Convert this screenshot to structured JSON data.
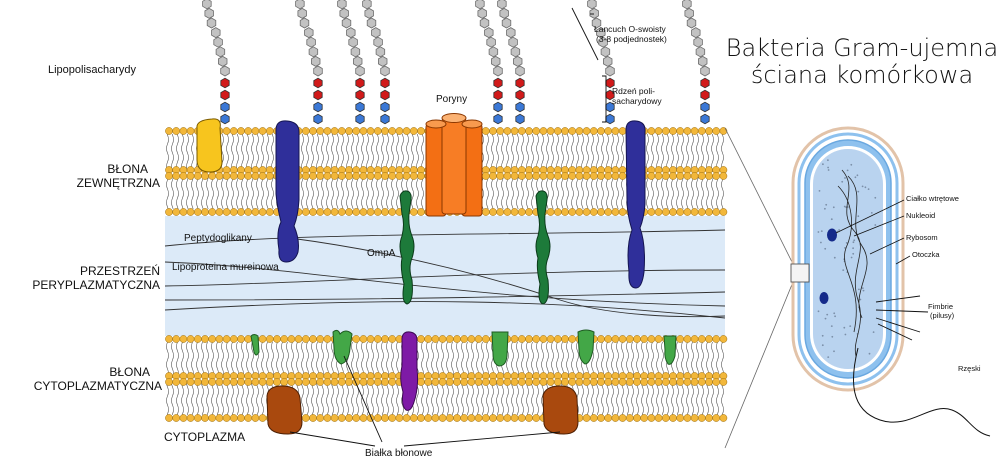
{
  "title": {
    "line1": "Bakteria Gram-ujemna",
    "line2": "ściana komórkowa"
  },
  "labels": {
    "lipopolysaccharides": "Lipopolisacharydy",
    "outer_membrane_1": "BŁONA",
    "outer_membrane_2": "ZEWNĘTRZNA",
    "periplasm_1": "PRZESTRZEŃ",
    "periplasm_2": "PERYPLAZMATYCZNA",
    "cytoplasmic_membrane_1": "BŁONA",
    "cytoplasmic_membrane_2": "CYTOPLAZMATYCZNA",
    "cytoplasm": "CYTOPLAZMA",
    "porins": "Poryny",
    "peptidoglycans": "Peptydoglikany",
    "murein_lipoprotein": "Lipoproteina mureinowa",
    "ompa": "OmpA",
    "membrane_proteins": "Białka błonowe",
    "o_chain_1": "Łancuch O-swoisty",
    "o_chain_2": "(3-8 podjednostek)",
    "core_1": "Rdzeń poli-",
    "core_2": "sacharydowy"
  },
  "cell_labels": {
    "inclusion_body": "Ciałko wtrętowe",
    "nucleoid": "Nukleoid",
    "ribosome": "Rybosom",
    "capsule": "Otoczka",
    "fimbriae_1": "Fimbrie",
    "fimbriae_2": "(pilusy)",
    "flagella": "Rzęski"
  },
  "colors": {
    "lipid_head": "#f2b73a",
    "periplasm": "#dceaf8",
    "outer_protein": "#2f2f9a",
    "porin": "#f36f14",
    "lps_protein": "#f7c51e",
    "ompa": "#1d7a3a",
    "inner_protein": "#43a747",
    "purple_protein": "#7e1aa6",
    "brown_protein": "#a9490e",
    "sugar_core_red": "#d11a1a",
    "sugar_core_blue": "#3b78d6",
    "o_chain_grey": "#c2c2c2",
    "cell_fill": "#b9d3ef",
    "cell_wall": "#8ec1ee"
  }
}
